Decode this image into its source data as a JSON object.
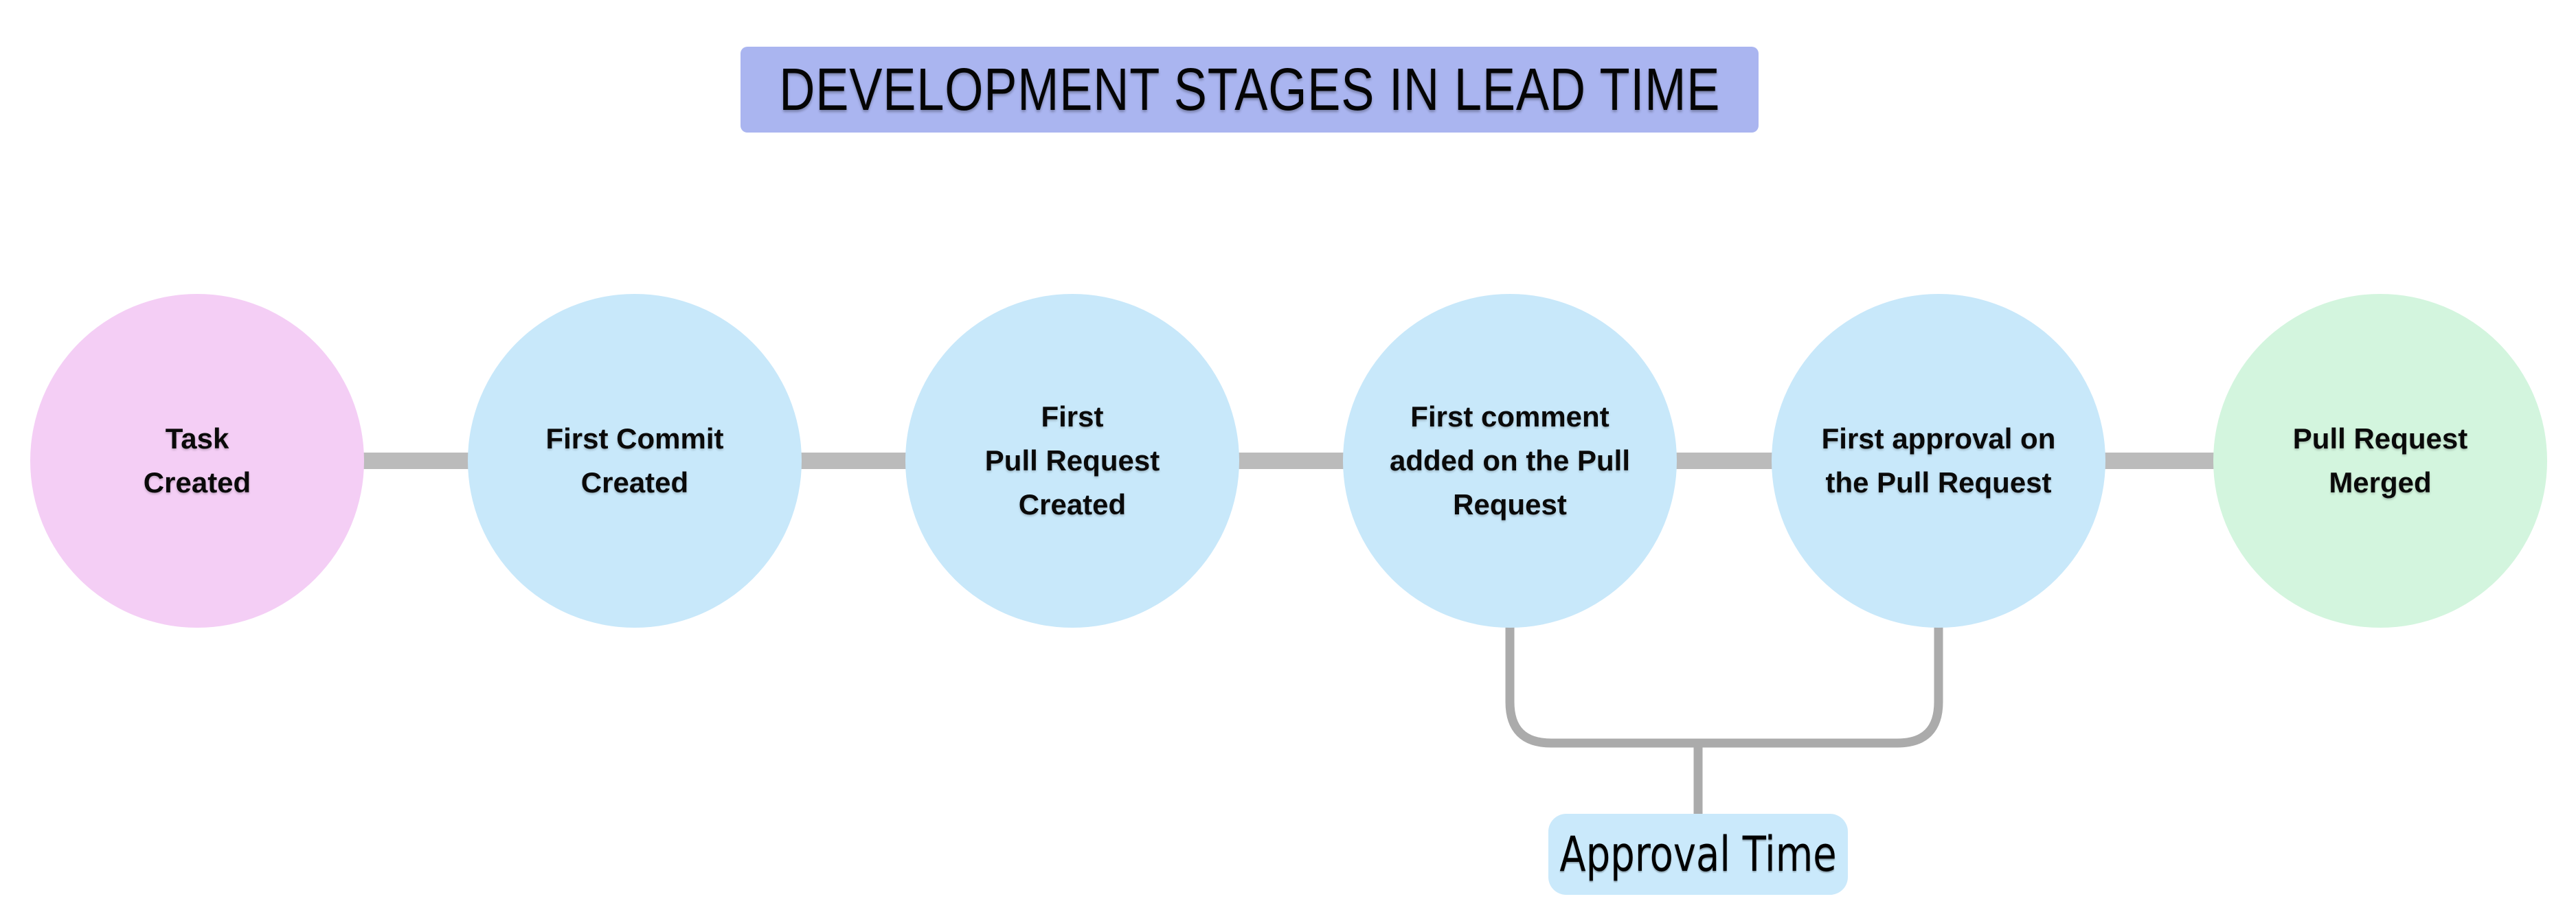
{
  "title": {
    "text": "DEVELOPMENT STAGES IN LEAD TIME",
    "bg": "#aab5f0"
  },
  "stages": [
    {
      "id": "task-created",
      "label": "Task\nCreated",
      "color": "#f4cef5"
    },
    {
      "id": "first-commit-created",
      "label": "First Commit\nCreated",
      "color": "#c8e8fa"
    },
    {
      "id": "first-pull-request-created",
      "label": "First\nPull Request\nCreated",
      "color": "#c8e8fa"
    },
    {
      "id": "first-comment-added",
      "label": "First comment\nadded on the Pull\nRequest",
      "color": "#c8e8fa"
    },
    {
      "id": "first-approval",
      "label": "First approval on\nthe Pull Request",
      "color": "#c8e8fa"
    },
    {
      "id": "pull-request-merged",
      "label": "Pull Request\nMerged",
      "color": "#d3f5de"
    }
  ],
  "annotation": {
    "label": "Approval Time",
    "bg": "#cae9fb",
    "text_color": "#000000"
  },
  "connector": {
    "color": "#bbbbbb"
  },
  "bracket": {
    "color": "#ababab"
  },
  "canvas": {
    "bg": "#ffffff"
  }
}
